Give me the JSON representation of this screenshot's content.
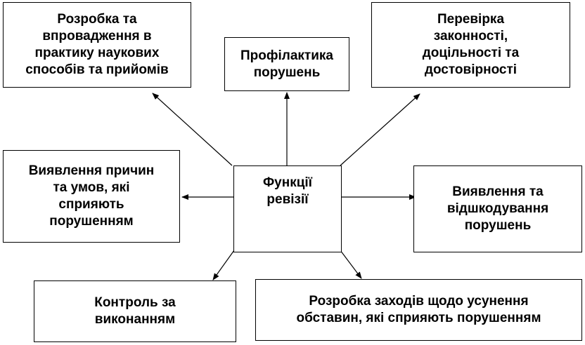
{
  "center": {
    "label": "Функції\nревізії"
  },
  "boxes": {
    "top_left": {
      "label": "Розробка та\nвпровадження в\nпрактику наукових\nспособів та прийомів"
    },
    "top_mid": {
      "label": "Профілактика\nпорушень"
    },
    "top_right": {
      "label": "Перевірка\nзаконності,\nдоцільності та\nдостовірності"
    },
    "mid_left": {
      "label": "Виявлення причин\nта умов, які\nсприяють\nпорушенням"
    },
    "mid_right": {
      "label": "Виявлення та\nвідшкодування\nпорушень"
    },
    "bottom_left": {
      "label": "Контроль за\nвиконанням"
    },
    "bottom_right": {
      "label": "Розробка заходів щодо усунення\nобставин, які сприяють порушенням"
    }
  }
}
